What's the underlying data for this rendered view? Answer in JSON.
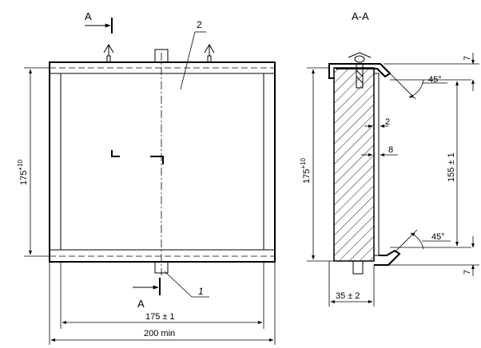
{
  "front_view": {
    "section_marker_top": "A",
    "section_marker_bottom": "A",
    "callout_2": "2",
    "callout_1": "1",
    "height_dim": "175",
    "height_tol": "+10",
    "inner_width_dim": "175 ± 1",
    "outer_width_dim": "200 min"
  },
  "section_view": {
    "title": "A-A",
    "height_dim": "175",
    "height_tol": "+10",
    "inner_height_dim": "155 ± 1",
    "offset_top": "7",
    "offset_bottom": "7",
    "angle_top": "45°",
    "angle_bottom": "45°",
    "thickness_2": "2",
    "thickness_8": "8",
    "depth_dim": "35 ± 2"
  }
}
